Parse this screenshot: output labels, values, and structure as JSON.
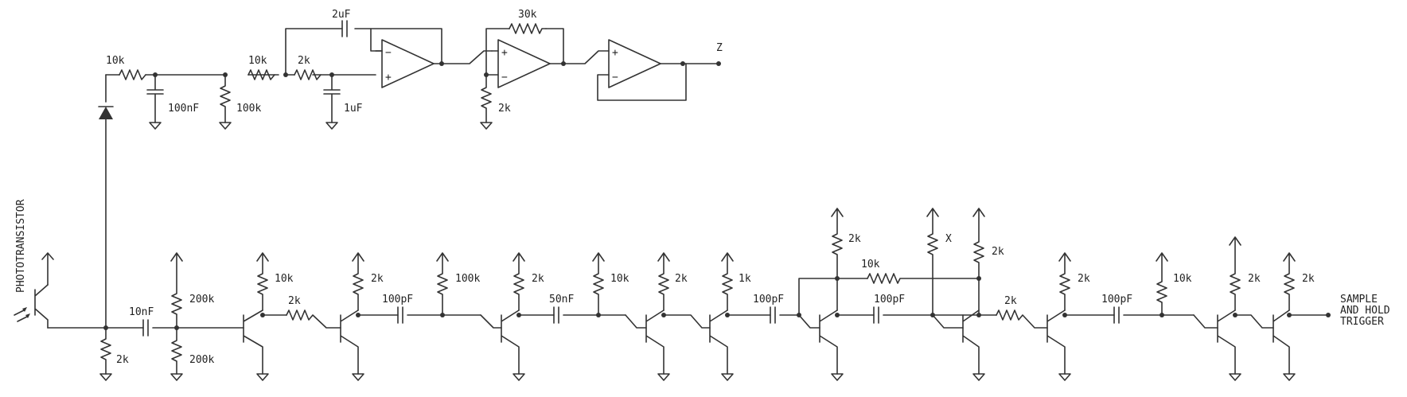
{
  "labels": {
    "r_in": "10k",
    "c_lp1": "100nF",
    "r_gnd1": "100k",
    "r_lp2": "10k",
    "r_lp3": "2k",
    "c_fb": "2uF",
    "c_lp3": "1uF",
    "r_fb": "30k",
    "r_g2": "2k",
    "out_z": "Z",
    "phototransistor": "PHOTOTRANSISTOR",
    "r_emit": "2k",
    "c_in": "10nF",
    "r_b1_top": "200k",
    "r_b1_bot": "200k",
    "q1_rc": "10k",
    "q1_rb": "2k",
    "q2_rc": "2k",
    "c2": "100pF",
    "r_b3": "100k",
    "q3_rc": "2k",
    "c3": "50nF",
    "r_b4": "10k",
    "q4_rc": "2k",
    "q5_rc": "1k",
    "c5": "100pF",
    "q6_rc": "2k",
    "r_fb2": "10k",
    "c6": "100pF",
    "r_x": "X",
    "q7_rc": "2k",
    "q7_rb": "2k",
    "q8_rc": "2k",
    "c8": "100pF",
    "r_b9": "10k",
    "q9_rc": "2k",
    "q10_rc": "2k",
    "out_sh_1": "SAMPLE",
    "out_sh_2": "AND  HOLD",
    "out_sh_3": "TRIGGER"
  }
}
